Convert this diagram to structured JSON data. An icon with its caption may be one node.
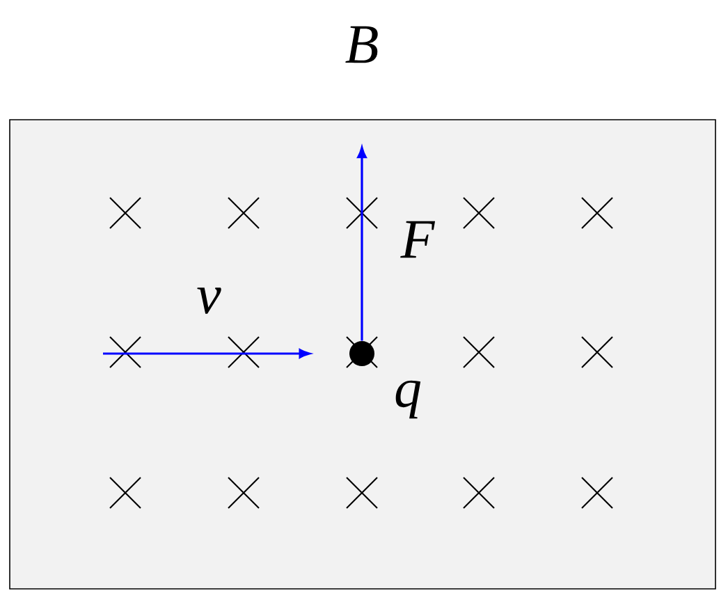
{
  "diagram": {
    "nodes": [
      {
        "text": [
          "B"
        ]
      },
      {
        "text": [],
        "shape": "circle",
        "in": 0,
        "beside": [
          "q"
        ]
      }
    ],
    "edges": [
      {
        "from": null,
        "to": 1,
        "arrow": "to",
        "label": "v",
        "color": "#0000ff"
      },
      {
        "from": 1,
        "to": null,
        "arrow": "to",
        "label": "F",
        "color": "#0000ff"
      }
    ]
  }
}
